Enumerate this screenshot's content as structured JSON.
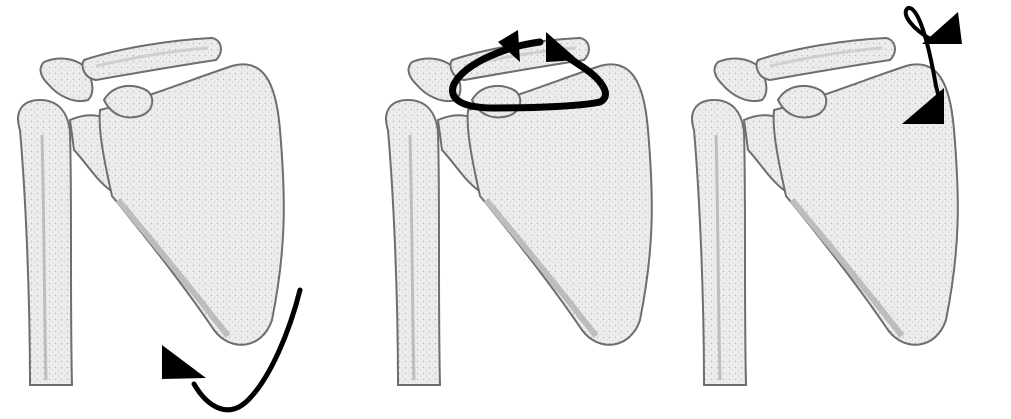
{
  "figure": {
    "background": "#ffffff",
    "bone_fill": "#ececec",
    "bone_stroke": "#6e6e6e",
    "bone_shade": "#bdbdbd",
    "arrow_color": "#000000"
  },
  "panels": [
    {
      "id": "panel-1",
      "motion_icon": "curved-arrow-icon"
    },
    {
      "id": "panel-2",
      "motion_icon": "circular-arrow-icon"
    },
    {
      "id": "panel-3",
      "motion_icon": "twisting-arrow-icon"
    }
  ]
}
